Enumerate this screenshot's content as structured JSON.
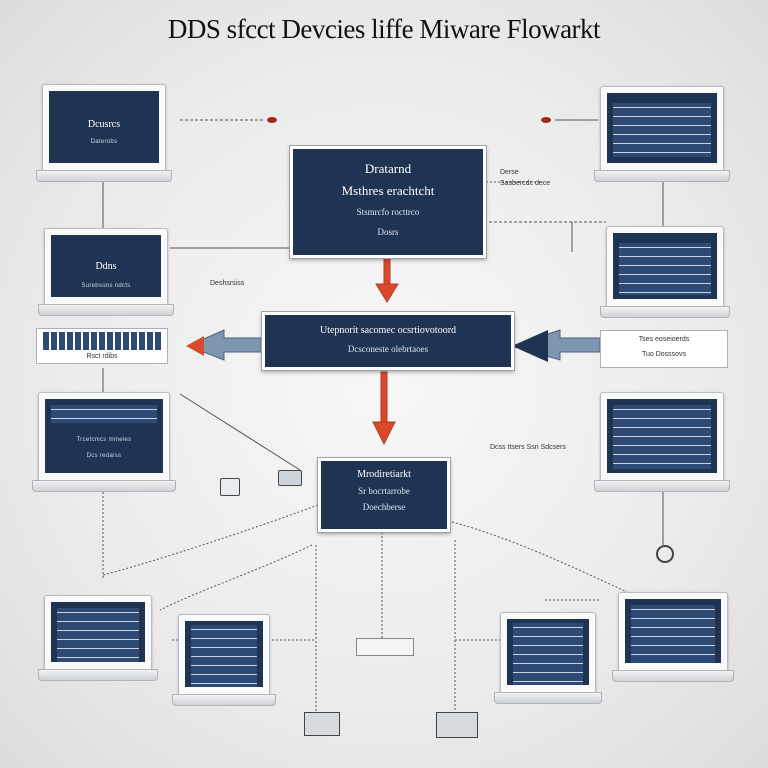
{
  "title": "DDS sfcct Devcies liffe Miware Flowarkt",
  "center_top": {
    "line1": "Dratarnd",
    "line2": "Msthres erachtcht",
    "line3": "Stsmrcfo rocttrco",
    "line4": "Dosrs"
  },
  "center_mid": {
    "line1": "Utepnorit sacomec ocsrtiovotoord",
    "line2": "Dcsconeste olebrtaoes"
  },
  "center_bottom": {
    "line1": "Mrodiretiarkt",
    "line2": "Sr bocrtarrobe",
    "line3": "Doechberse"
  },
  "left_devices": {
    "top": {
      "line1": "Dcusrcs",
      "line2": "Daterobs"
    },
    "second": {
      "line1": "Ddns",
      "line2": "Surebsons ndcts"
    },
    "strip_text": "Rsct rdibs",
    "third": {
      "line1": "Trcetcmcs mmeles",
      "line2": "Dcs redaiss"
    }
  },
  "right_devices": {
    "strip_text": "Tses eoseioerds",
    "strip_subtext": "Tuo Dosssovs"
  },
  "labels": {
    "top_right_note": [
      "Derse",
      "Sasbercdc dece"
    ],
    "left_mid_note": "Deshsrsiss",
    "right_mid_note": "Dcss ttsers Ssn Sdcsers"
  },
  "colors": {
    "navy": "#1f3353",
    "arrow_red": "#d94a2d",
    "arrow_steel": "#7f96b0"
  },
  "icons": [
    "bug-icon",
    "bug-icon",
    "camera-icon",
    "usb-plug-icon",
    "folder-icon",
    "folder-icon",
    "headset-icon"
  ]
}
